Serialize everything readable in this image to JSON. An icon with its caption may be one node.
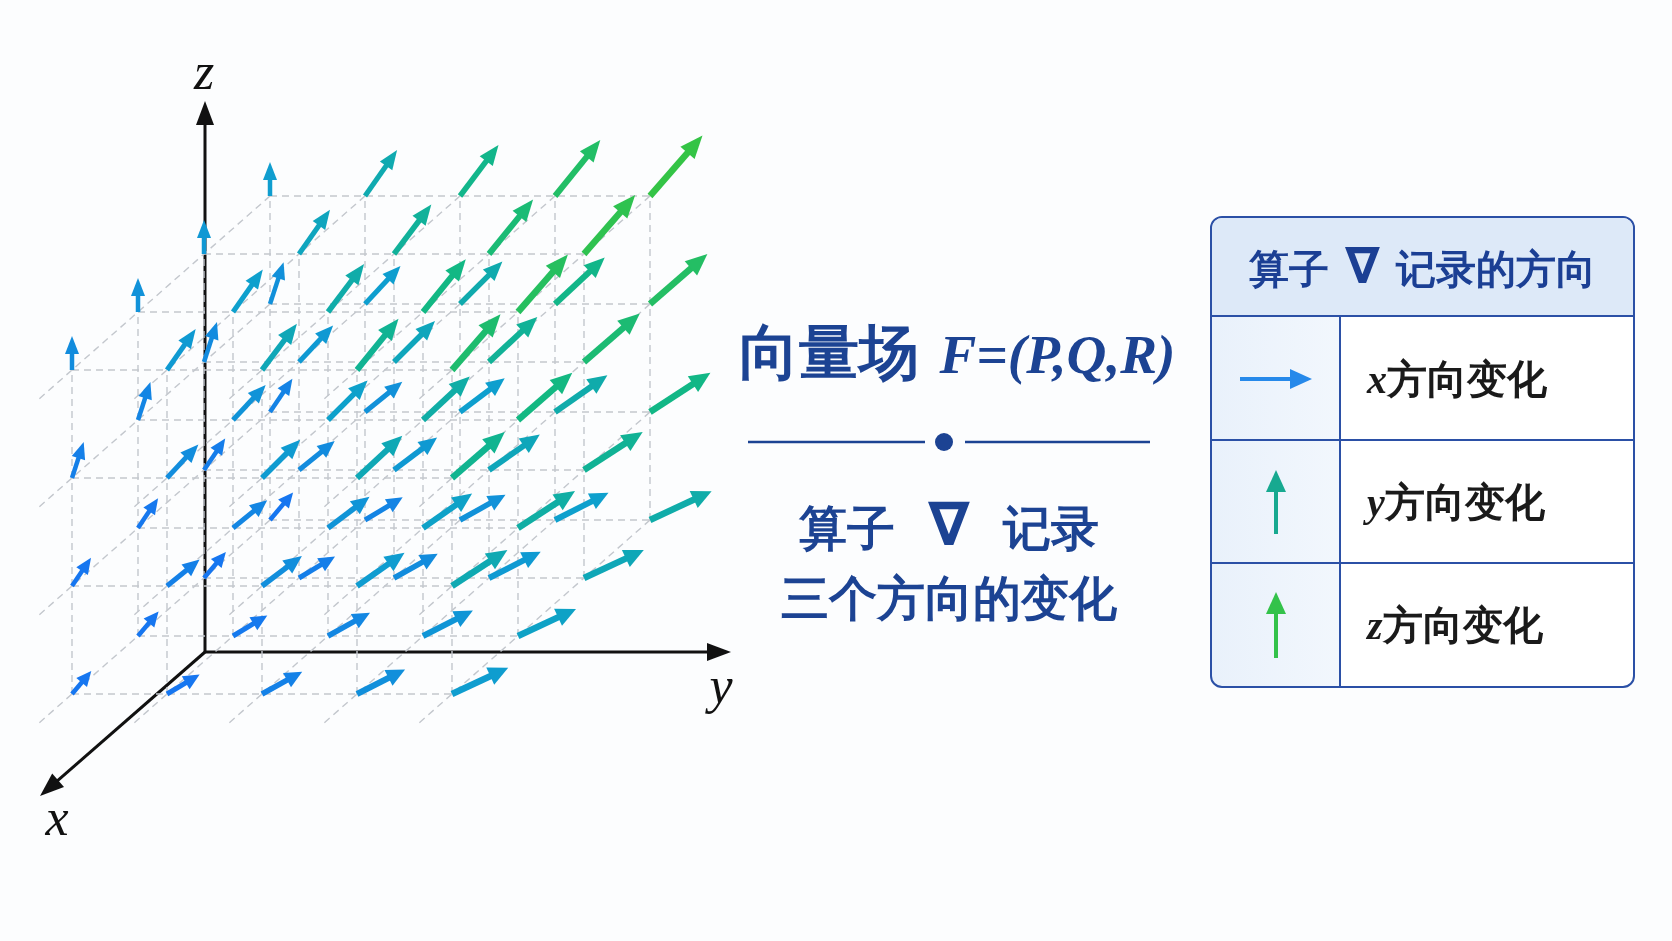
{
  "diagram": {
    "title": "向量场 *F=(P,Q,R)*",
    "labels": [
      "z",
      "y",
      "x",
      "算子 ∇ 记录三个方向的变化",
      "算子 ∇ 记录的方向"
    ],
    "legend": [
      {
        "text": "x方向变化"
      },
      {
        "text": "y方向变化"
      },
      {
        "text": "z方向变化"
      }
    ]
  }
}
